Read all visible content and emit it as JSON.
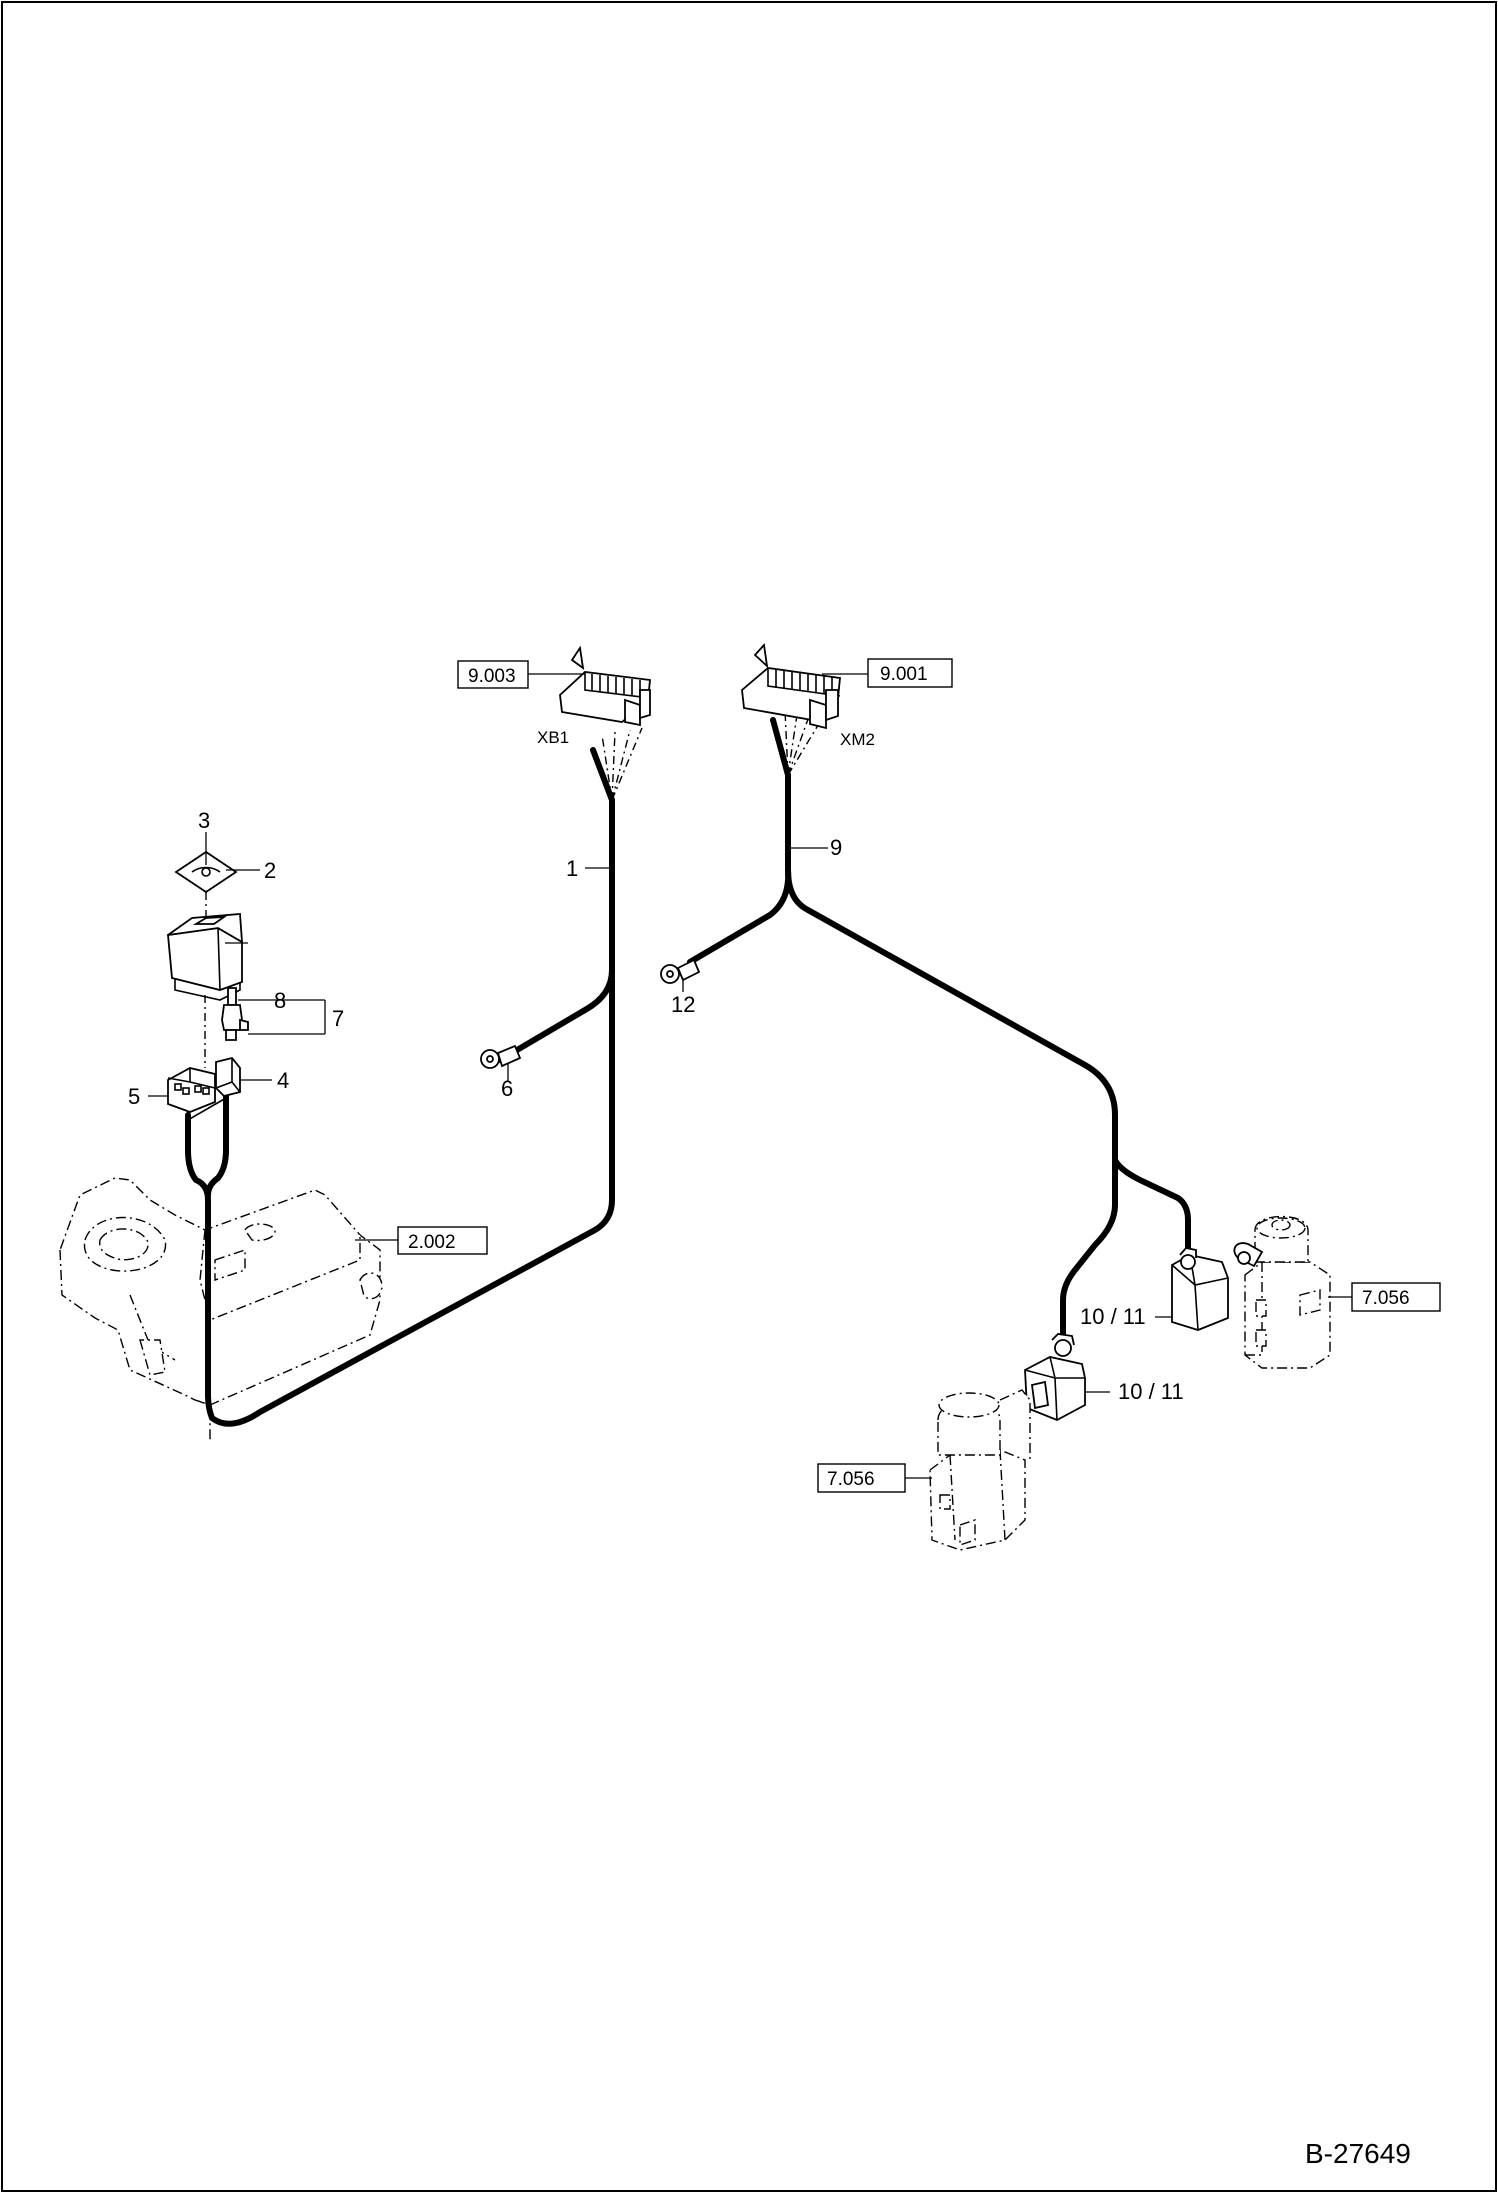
{
  "drawing_code": "B-27649",
  "reference_boxes": {
    "connector_xb1_ref": "9.003",
    "connector_xm2_ref": "9.001",
    "console_ref": "2.002",
    "valve_upper_ref": "7.056",
    "valve_lower_ref": "7.056"
  },
  "connector_labels": {
    "xb1": "XB1",
    "xm2": "XM2"
  },
  "item_labels": {
    "harness_1": "1",
    "switch_2": "2",
    "symbol_3": "3",
    "plug_4": "4",
    "housing_5": "5",
    "ring_terminal_6": "6",
    "item_7": "7",
    "item_8": "8",
    "harness_9": "9",
    "coil_upper": "10 / 11",
    "coil_lower": "10 / 11",
    "ring_terminal_12": "12"
  }
}
